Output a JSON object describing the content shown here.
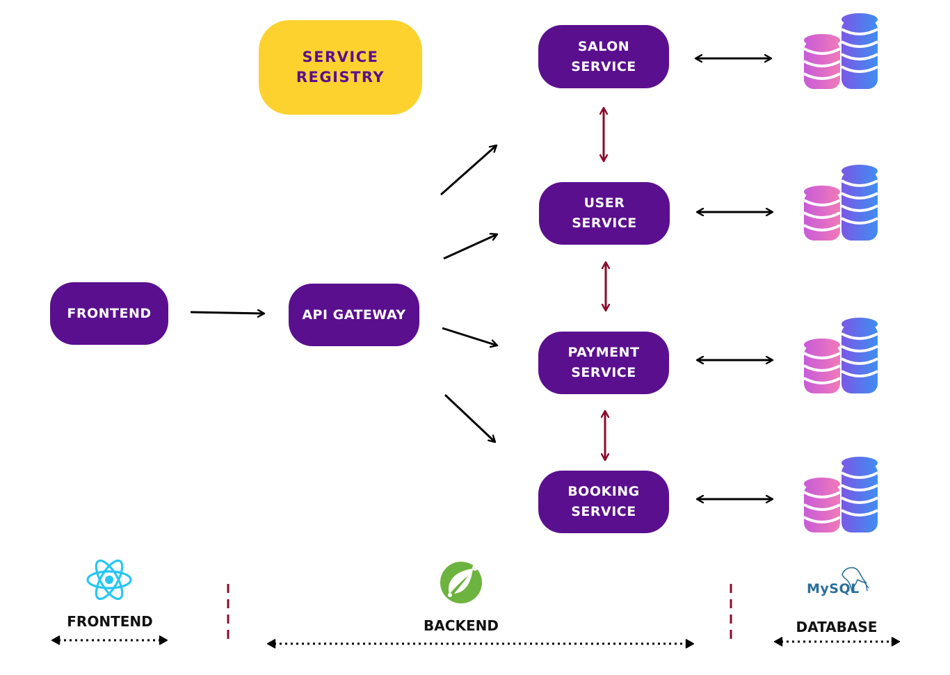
{
  "registry": {
    "label": "SERVICE\nREGISTRY"
  },
  "nodes": {
    "frontend": "FRONTEND",
    "api_gateway": "API GATEWAY",
    "salon": "SALON\nSERVICE",
    "user": "USER\nSERVICE",
    "payment": "PAYMENT\nSERVICE",
    "booking": "BOOKING\nSERVICE"
  },
  "footer": {
    "frontend_label": "FRONTEND",
    "backend_label": "BACKEND",
    "database_label": "DATABASE",
    "mysql_logo_text": "MySQL"
  },
  "icons": [
    "react-icon",
    "spring-leaf-icon",
    "mysql-dolphin-icon",
    "database-icon"
  ],
  "colors": {
    "node_fill": "#5a0f8e",
    "registry_fill": "#fdd22f",
    "registry_text": "#5a0f8e",
    "inter_service_arrow": "#8b0a2a",
    "divider": "#8b0a2a",
    "react": "#27c6f4",
    "spring": "#6db33f",
    "db_pink": "#e071c9",
    "db_blue": "#4f7be8"
  }
}
